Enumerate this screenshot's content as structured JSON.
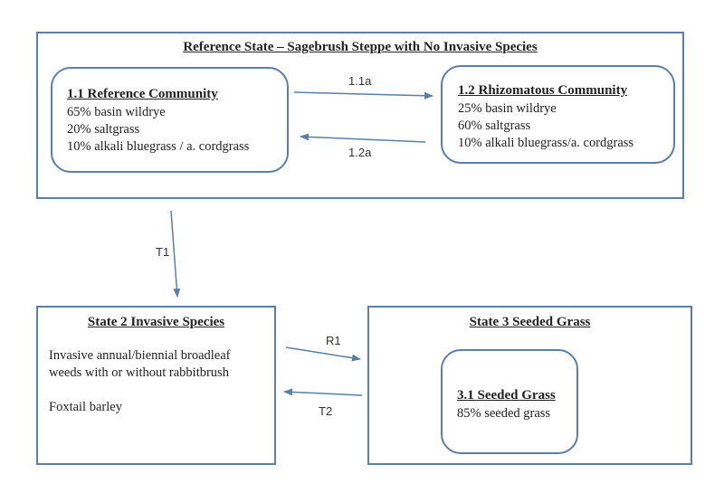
{
  "reference_state": {
    "title": "Reference State – Sagebrush Steppe with No Invasive Species",
    "community_1_1": {
      "title": "1.1 Reference Community",
      "lines": [
        "65% basin wildrye",
        "20% saltgrass",
        "10% alkali bluegrass / a. cordgrass"
      ]
    },
    "community_1_2": {
      "title": "1.2 Rhizomatous Community",
      "lines": [
        "25% basin wildrye",
        "60% saltgrass",
        "10% alkali bluegrass/a. cordgrass"
      ]
    }
  },
  "state_2": {
    "title": "State 2 Invasive Species",
    "lines": [
      "Invasive annual/biennial broadleaf",
      "weeds with or without rabbitbrush",
      "Foxtail barley"
    ]
  },
  "state_3": {
    "title": "State 3 Seeded Grass",
    "community_3_1": {
      "title": "3.1 Seeded Grass",
      "lines": [
        "85% seeded grass"
      ]
    }
  },
  "transitions": {
    "p_1_1a": "1.1a",
    "p_1_2a": "1.2a",
    "t1": "T1",
    "r1": "R1",
    "t2": "T2"
  },
  "colors": {
    "border": "#5b7fa6",
    "arrow": "#5b7fa6"
  }
}
